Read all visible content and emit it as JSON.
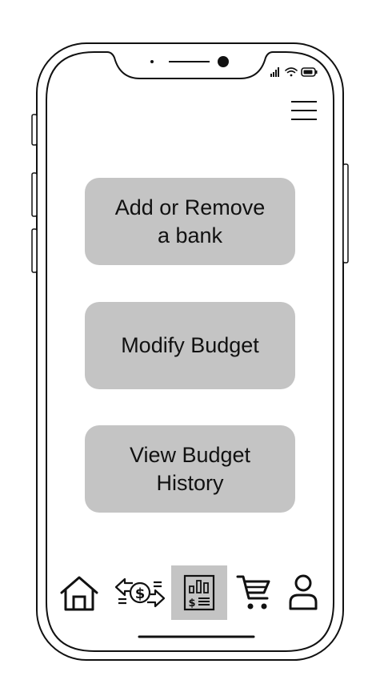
{
  "screen": {
    "actions": [
      {
        "label": "Add or Remove\na bank"
      },
      {
        "label": "Modify Budget"
      },
      {
        "label": "View Budget\nHistory"
      }
    ]
  },
  "bottom_nav": {
    "items": [
      {
        "icon": "home-icon",
        "active": false
      },
      {
        "icon": "money-transfer-icon",
        "active": false
      },
      {
        "icon": "budget-report-icon",
        "active": true
      },
      {
        "icon": "shopping-cart-icon",
        "active": false
      },
      {
        "icon": "user-profile-icon",
        "active": false
      }
    ]
  },
  "colors": {
    "button_bg": "#c4c4c4",
    "active_nav_bg": "#c4c4c4",
    "outline": "#111111"
  }
}
